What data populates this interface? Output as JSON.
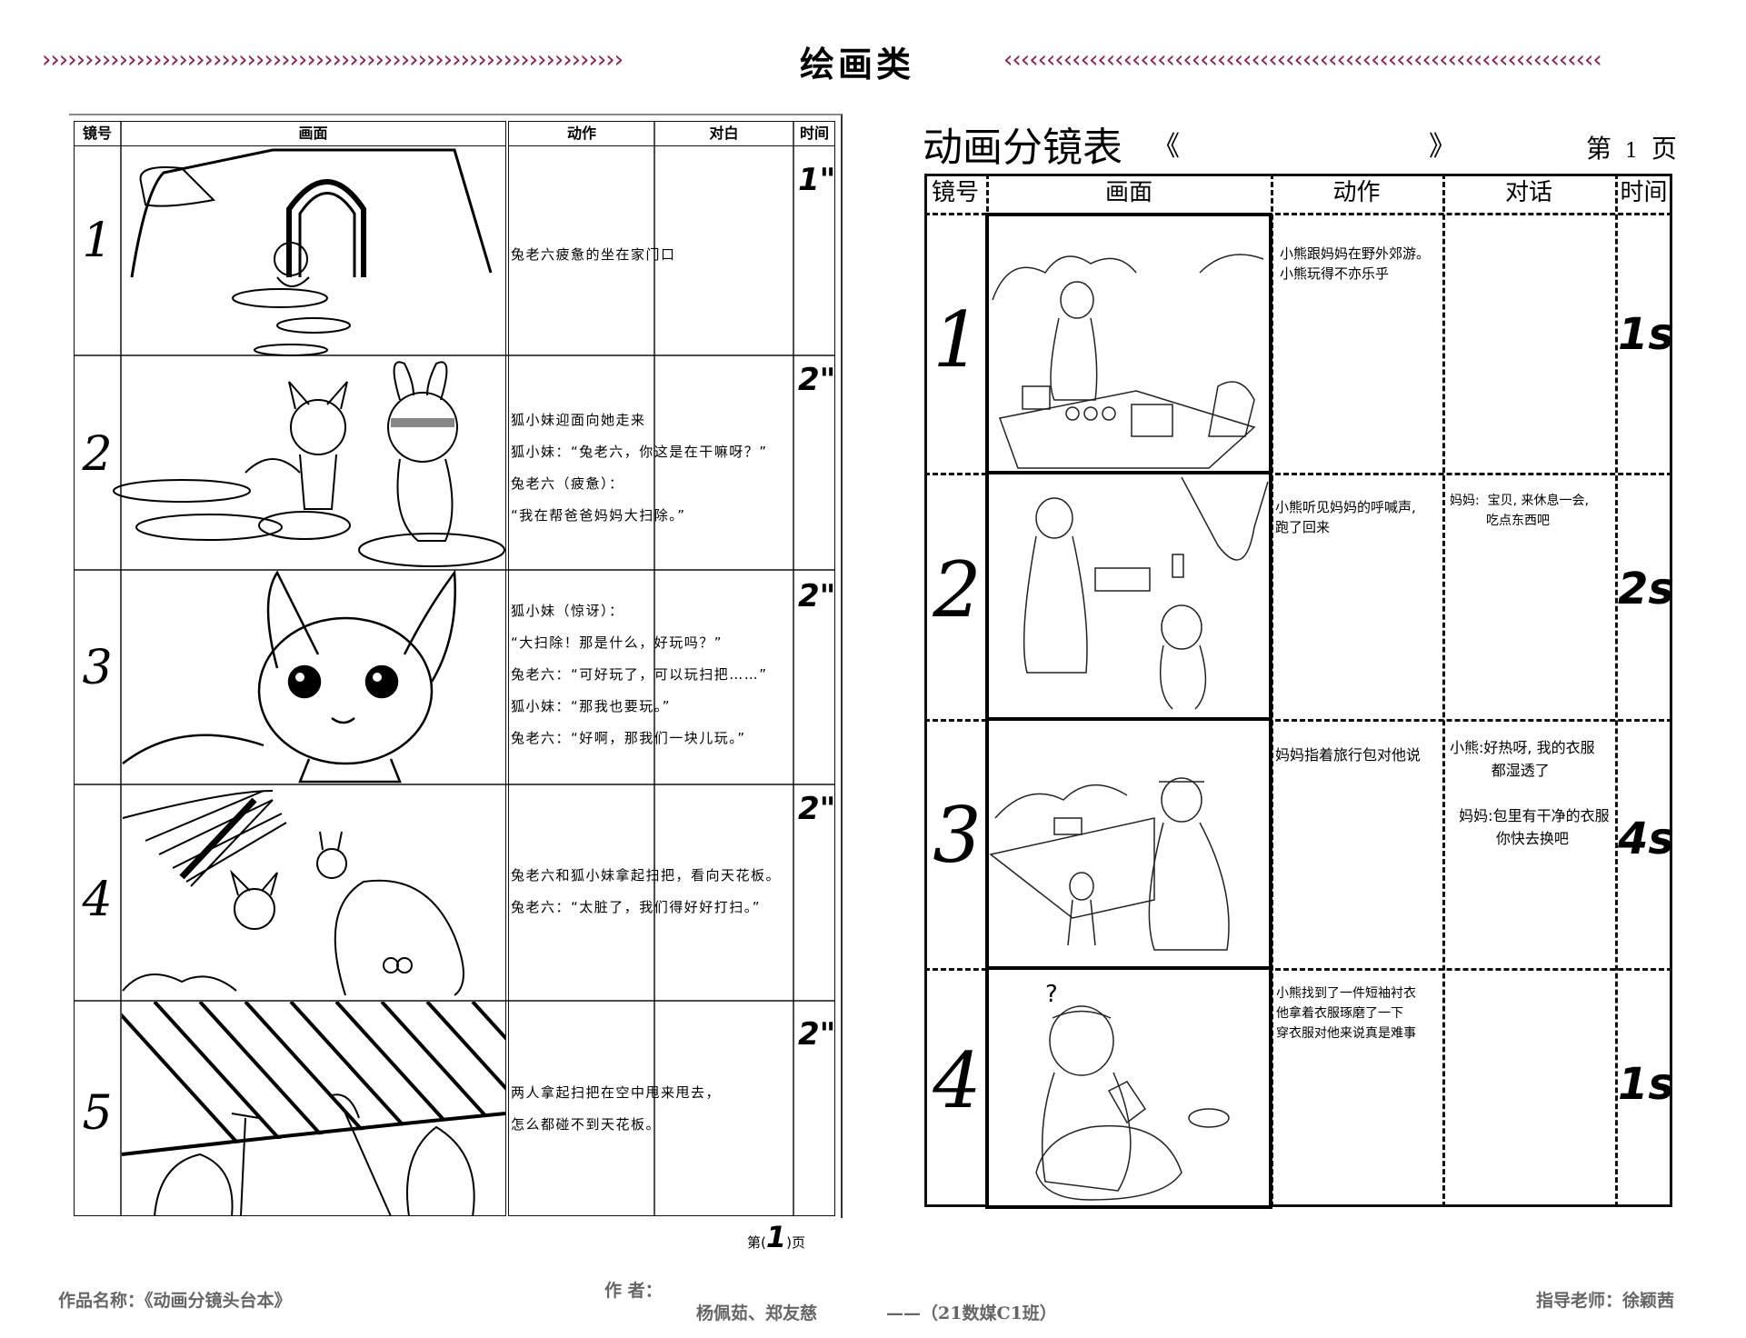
{
  "header": {
    "title": "绘画类",
    "left_decoration": "››››››››››››››››››››››››››››››››››››››››››››››››››››››››››››››››››››",
    "right_decoration": "‹‹‹‹‹‹‹‹‹‹‹‹‹‹‹‹‹‹‹‹‹‹‹‹‹‹‹‹‹‹‹‹‹‹‹‹‹‹‹‹‹‹‹‹‹‹‹‹‹‹‹‹‹‹‹‹‹‹‹‹‹‹‹‹‹‹‹‹‹‹",
    "accent_color": "#8b1f52"
  },
  "left_board": {
    "columns": [
      "镜号",
      "画面",
      "动作",
      "对白",
      "时间"
    ],
    "rows": [
      {
        "shot": "1",
        "time": "1\"",
        "action": [
          "兔老六疲惫的坐在家门口"
        ]
      },
      {
        "shot": "2",
        "time": "2\"",
        "action": [
          "狐小妹迎面向她走来",
          "狐小妹：“兔老六，你这是在干嘛呀？”",
          "兔老六（疲惫）：",
          " “我在帮爸爸妈妈大扫除。”"
        ]
      },
      {
        "shot": "3",
        "time": "2\"",
        "action": [
          "狐小妹（惊讶）：",
          " “大扫除！那是什么，好玩吗？”",
          "兔老六：“可好玩了，可以玩扫把……”",
          "狐小妹：“那我也要玩。”",
          "兔老六：“好啊，那我们一块儿玩。”"
        ]
      },
      {
        "shot": "4",
        "time": "2\"",
        "action": [
          "兔老六和狐小妹拿起扫把，看向天花板。",
          "兔老六：“太脏了，我们得好好打扫。”"
        ]
      },
      {
        "shot": "5",
        "time": "2\"",
        "action": [
          "两人拿起扫把在空中甩来甩去，",
          "怎么都碰不到天花板。"
        ]
      }
    ],
    "page_label_prefix": "第(",
    "page_number": "1",
    "page_label_suffix": ")页"
  },
  "right_board": {
    "title": "动画分镜表",
    "open_mark": "《",
    "close_mark": "》",
    "page_prefix": "第",
    "page_number": "1",
    "page_suffix": "页",
    "columns": [
      "镜号",
      "画面",
      "动作",
      "对话",
      "时间"
    ],
    "rows": [
      {
        "shot": "1",
        "time": "1s",
        "action": "小熊跟妈妈在野外郊游。\n小熊玩得不亦乐乎",
        "dialogue": ""
      },
      {
        "shot": "2",
        "time": "2s",
        "action": "小熊听见妈妈的呼喊声,\n跑了回来",
        "dialogue": "妈妈:  宝贝, 来休息一会,\n         吃点东西吧"
      },
      {
        "shot": "3",
        "time": "4s",
        "action": "妈妈指着旅行包对他说",
        "dialogue": "小熊:好热呀, 我的衣服\n         都湿透了\n\n  妈妈:包里有干净的衣服\n          你快去换吧"
      },
      {
        "shot": "4",
        "time": "1s",
        "action": "小熊找到了一件短袖衬衣\n他拿着衣服琢磨了一下\n穿衣服对他来说真是难事",
        "dialogue": ""
      }
    ]
  },
  "footer": {
    "work_name": "作品名称：《动画分镜头台本》",
    "author_label": "作    者：",
    "authors": "杨佩茹、郑友慈",
    "class": "——（21数媒C1班）",
    "advisor": "指导老师：徐颖茜"
  }
}
